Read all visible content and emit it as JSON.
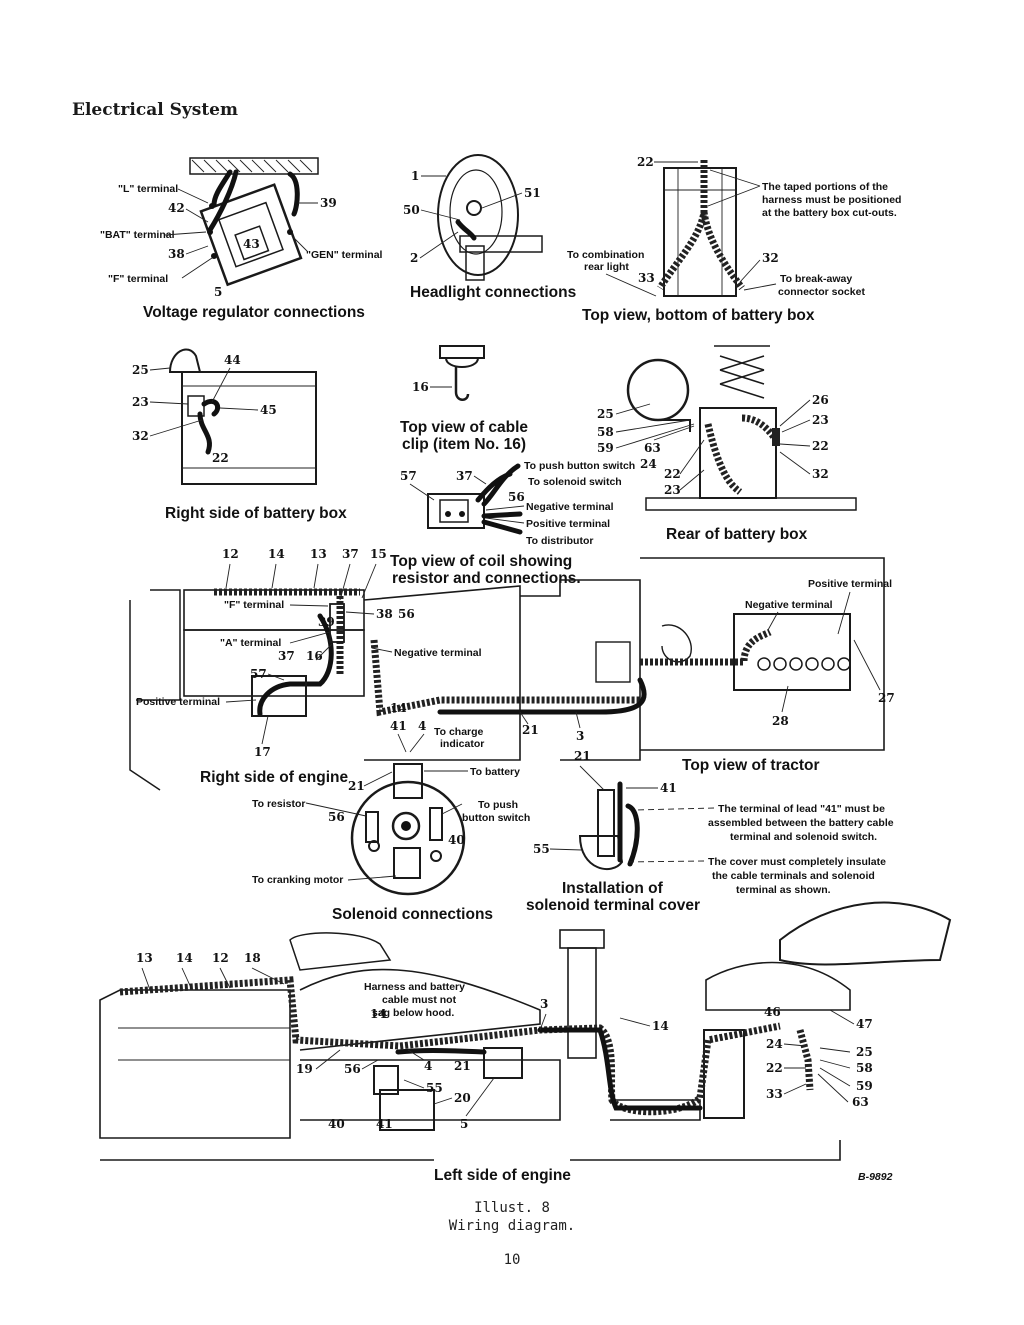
{
  "page": {
    "heading": "Electrical System",
    "caption_line1": "Illust. 8",
    "caption_line2": "Wiring diagram.",
    "page_number": "10",
    "code": "B-9892"
  },
  "regulator": {
    "title": "Voltage regulator connections",
    "l_terminal": "\"L\" terminal",
    "bat_terminal": "\"BAT\" terminal",
    "f_terminal": "\"F\" terminal",
    "gen_terminal": "\"GEN\" terminal",
    "n42": "42",
    "n38": "38",
    "n43": "43",
    "n39": "39",
    "n5": "5"
  },
  "headlight": {
    "title": "Headlight connections",
    "n1": "1",
    "n50": "50",
    "n2": "2",
    "n51": "51"
  },
  "battery_box_top": {
    "title": "Top view, bottom of battery box",
    "taped_note_1": "The taped portions of the",
    "taped_note_2": "harness must be positioned",
    "taped_note_3": "at the battery box cut-outs.",
    "combo_1": "To combination",
    "combo_2": "rear light",
    "breakaway_1": "To break-away",
    "breakaway_2": "connector socket",
    "n22": "22",
    "n33": "33",
    "n32": "32"
  },
  "battery_right": {
    "title": "Right side of battery box",
    "n25": "25",
    "n44": "44",
    "n23": "23",
    "n45": "45",
    "n32": "32",
    "n22": "22"
  },
  "cable_clip": {
    "title_1": "Top view of cable",
    "title_2": "clip (item No. 16)",
    "n16": "16"
  },
  "battery_rear": {
    "title": "Rear of battery box",
    "n25": "25",
    "n58": "58",
    "n59": "59",
    "n63": "63",
    "n24": "24",
    "n22a": "22",
    "n23a": "23",
    "n26": "26",
    "n23b": "23",
    "n22b": "22",
    "n32": "32"
  },
  "coil": {
    "title_1": "Top view of coil showing",
    "title_2": "resistor and connections.",
    "push_button": "To push button switch",
    "solenoid": "To solenoid  switch",
    "negative": "Negative terminal",
    "positive": "Positive terminal",
    "distributor": "To distributor",
    "n57": "57",
    "n37": "37",
    "n56": "56"
  },
  "engine_right": {
    "title": "Right side of engine",
    "f_terminal": "\"F\" terminal",
    "a_terminal": "\"A\" terminal",
    "positive_terminal": "Positive terminal",
    "negative_terminal": "Negative terminal",
    "charge_1": "To charge",
    "charge_2": "indicator",
    "n12": "12",
    "n14": "14",
    "n13": "13",
    "n37": "37",
    "n15": "15",
    "n39": "39",
    "n38": "38",
    "n56": "56",
    "n37b": "37",
    "n16": "16",
    "n57": "57",
    "n17": "17",
    "n14b": "14",
    "n41": "41",
    "n4": "4",
    "n21": "21",
    "n3": "3"
  },
  "tractor_top": {
    "title": "Top view of tractor",
    "positive": "Positive terminal",
    "negative": "Negative terminal",
    "n27": "27",
    "n28": "28"
  },
  "solenoid": {
    "title": "Solenoid connections",
    "to_battery": "To battery",
    "to_resistor": "To resistor",
    "push_1": "To push",
    "push_2": "button switch",
    "cranking": "To cranking motor",
    "n21": "21",
    "n56": "56",
    "n40": "40"
  },
  "solenoid_cover": {
    "title_1": "Installation of",
    "title_2": "solenoid terminal cover",
    "lead_note_1": "The terminal of lead \"41\" must be",
    "lead_note_2": "assembled between the battery cable",
    "lead_note_3": "terminal and solenoid switch.",
    "cover_note_1": "The cover must completely insulate",
    "cover_note_2": "the cable terminals and solenoid",
    "cover_note_3": "terminal as shown.",
    "n21": "21",
    "n41": "41",
    "n55": "55"
  },
  "engine_left": {
    "title": "Left side of engine",
    "harness_1": "Harness and battery",
    "harness_2": "cable must not",
    "harness_3": "sag below hood.",
    "n13": "13",
    "n14": "14",
    "n12": "12",
    "n18": "18",
    "n14b": "14",
    "n3": "3",
    "n14c": "14",
    "n19": "19",
    "n56": "56",
    "n4": "4",
    "n21": "21",
    "n55": "55",
    "n20": "20",
    "n40": "40",
    "n41": "41",
    "n5": "5",
    "n46": "46",
    "n47": "47",
    "n24": "24",
    "n25": "25",
    "n22": "22",
    "n58": "58",
    "n59": "59",
    "n33": "33",
    "n63": "63"
  }
}
